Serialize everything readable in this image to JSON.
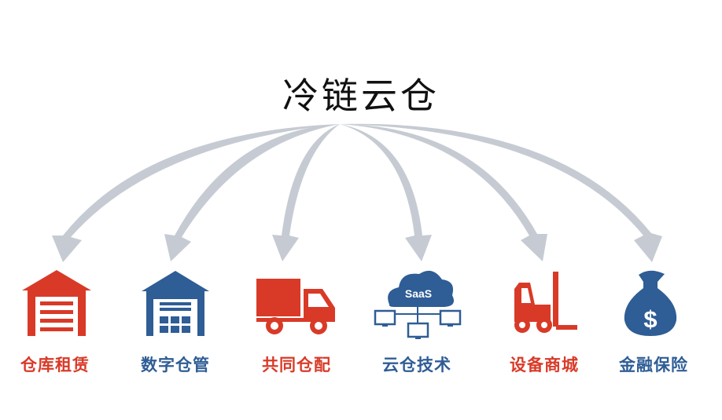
{
  "title": "冷链云仓",
  "items": [
    {
      "label": "仓库租赁",
      "icon": "warehouse-shutter-icon",
      "color": "#d93a28"
    },
    {
      "label": "数字仓管",
      "icon": "warehouse-storage-icon",
      "color": "#2f5d95"
    },
    {
      "label": "共同仓配",
      "icon": "delivery-truck-icon",
      "color": "#d93a28"
    },
    {
      "label": "云仓技术",
      "icon": "saas-cloud-network-icon",
      "color": "#2f5d95"
    },
    {
      "label": "设备商城",
      "icon": "forklift-icon",
      "color": "#d93a28"
    },
    {
      "label": "金融保险",
      "icon": "money-bag-icon",
      "color": "#2f5d95"
    }
  ],
  "cloud_text": "SaaS",
  "colors": {
    "red": "#d93a28",
    "blue": "#2f5d95",
    "arrow": "#c6cbd3"
  }
}
